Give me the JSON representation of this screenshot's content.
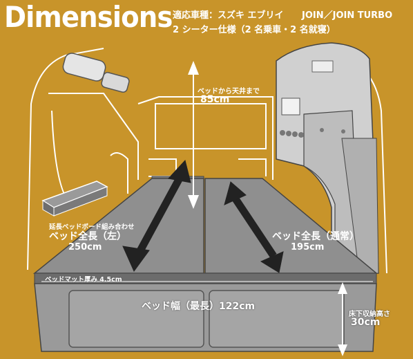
{
  "header": {
    "title": "Dimensions",
    "applicable_label": "適応車種：スズキ エブリイ",
    "models": "JOIN／JOIN TURBO",
    "spec": "2 シーター仕様（2 名乗車・2 名就寝）"
  },
  "labels": {
    "ceiling_label": "ベッドから天井まで",
    "ceiling_value": "85cm",
    "extension_label": "延長ベッドボード組み合わせ",
    "extended_title": "ベッド全長（左）",
    "extended_value": "250cm",
    "normal_title": "ベッド全長（通常）",
    "normal_value": "195cm",
    "mat_thickness": "ベッドマット厚み 4.5cm",
    "bed_width": "ベッド幅（最長）122cm",
    "underfloor_label": "床下収納高さ",
    "underfloor_value": "30cm"
  },
  "colors": {
    "background": "#c8942a",
    "line_art": "#ffffff",
    "bed": "#8a8a8a",
    "arrow": "#222222"
  }
}
